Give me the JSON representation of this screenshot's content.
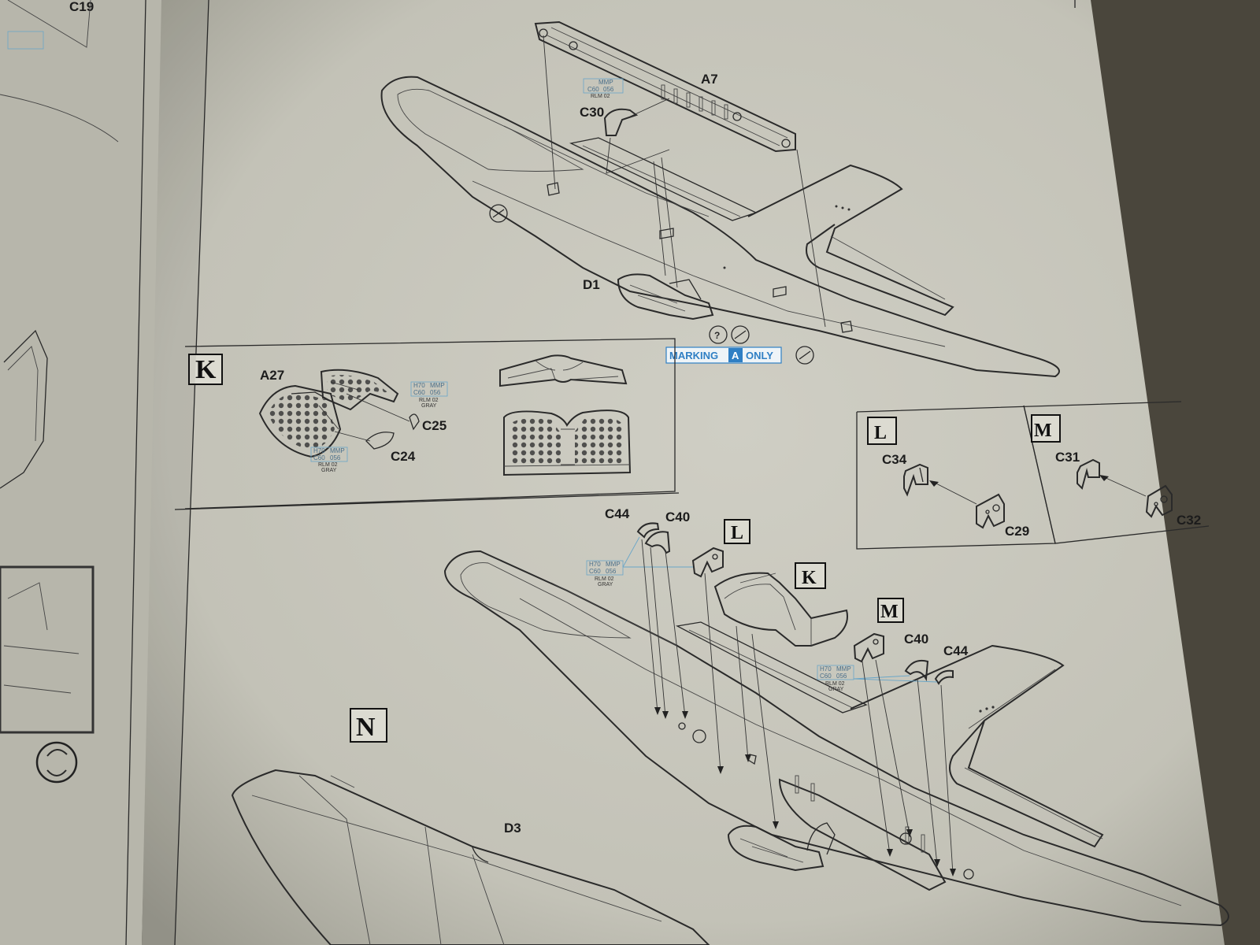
{
  "parts": {
    "c19": "C19",
    "a7": "A7",
    "c30": "C30",
    "d1": "D1",
    "a27": "A27",
    "c25": "C25",
    "c24": "C24",
    "c34": "C34",
    "c29": "C29",
    "c31": "C31",
    "c32": "C32",
    "c44_left": "C44",
    "c40_left": "C40",
    "c40_right": "C40",
    "c44_right": "C44",
    "d3": "D3"
  },
  "steps": {
    "k": "K",
    "l": "L",
    "m": "M",
    "n": "N",
    "l_ref": "L",
    "k_ref": "K",
    "m_ref": "M"
  },
  "marking": {
    "text1": "MARKING",
    "letter": "A",
    "text2": "ONLY"
  },
  "paint": {
    "h70": "H70",
    "mmp": "MMP",
    "c60": "C60",
    "code": "056",
    "rlm": "RLM 02",
    "gray": "GRAY"
  },
  "colors": {
    "paper": "#c9c8bd",
    "left_page": "#b9b8ae",
    "ink": "#2a2a2a",
    "paint_blue": "#6aa6c8",
    "marking_blue": "#2f7fc4"
  }
}
